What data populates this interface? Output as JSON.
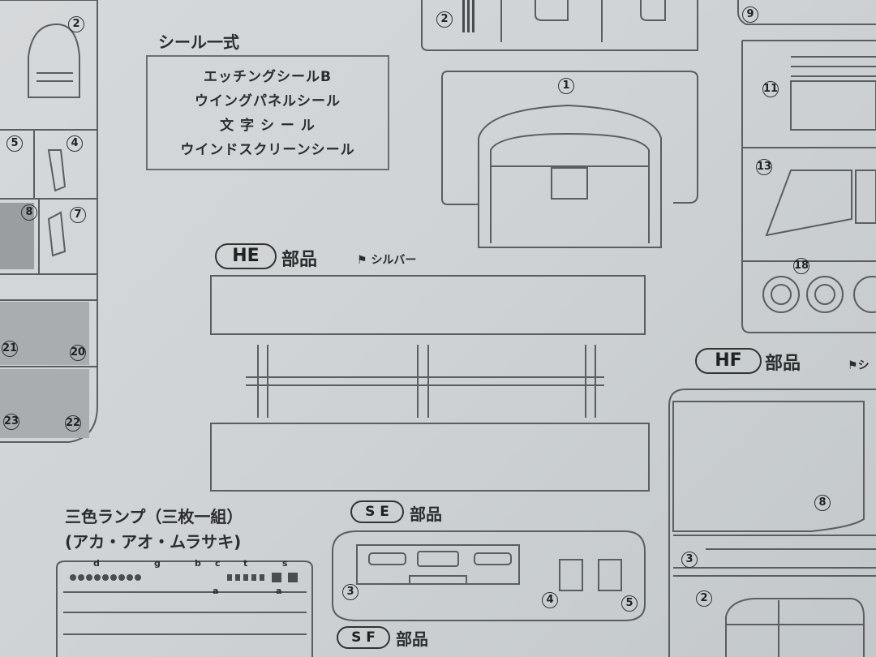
{
  "seal_set": {
    "heading": "シール一式",
    "items": [
      "エッチングシールB",
      "ウイングパネルシール",
      "文 字 シ ー ル",
      "ウインドスクリーンシール"
    ]
  },
  "he_section": {
    "tag": "HE",
    "label": "部品",
    "color_note": "シルバー"
  },
  "hf_section": {
    "tag": "HF",
    "label": "部品",
    "color_note": "シ"
  },
  "se_section": {
    "tag": "S E",
    "label": "部品"
  },
  "sf_section": {
    "tag": "S F",
    "label": "部品"
  },
  "lamp": {
    "title": "三色ランプ（三枚一組）",
    "subtitle": "(アカ・アオ・ムラサキ)",
    "strip_letters": [
      "d",
      "g",
      "b",
      "c",
      "t",
      "s"
    ],
    "row_letter": "a"
  },
  "part_numbers": {
    "top_left": [
      "2",
      "5",
      "4",
      "8",
      "7",
      "21",
      "20",
      "23",
      "22"
    ],
    "top_center": [
      "2",
      "1"
    ],
    "right_column": [
      "9",
      "11",
      "13",
      "18"
    ],
    "se_parts": [
      "3",
      "4",
      "5"
    ],
    "hf_parts": [
      "8",
      "3",
      "2"
    ]
  }
}
